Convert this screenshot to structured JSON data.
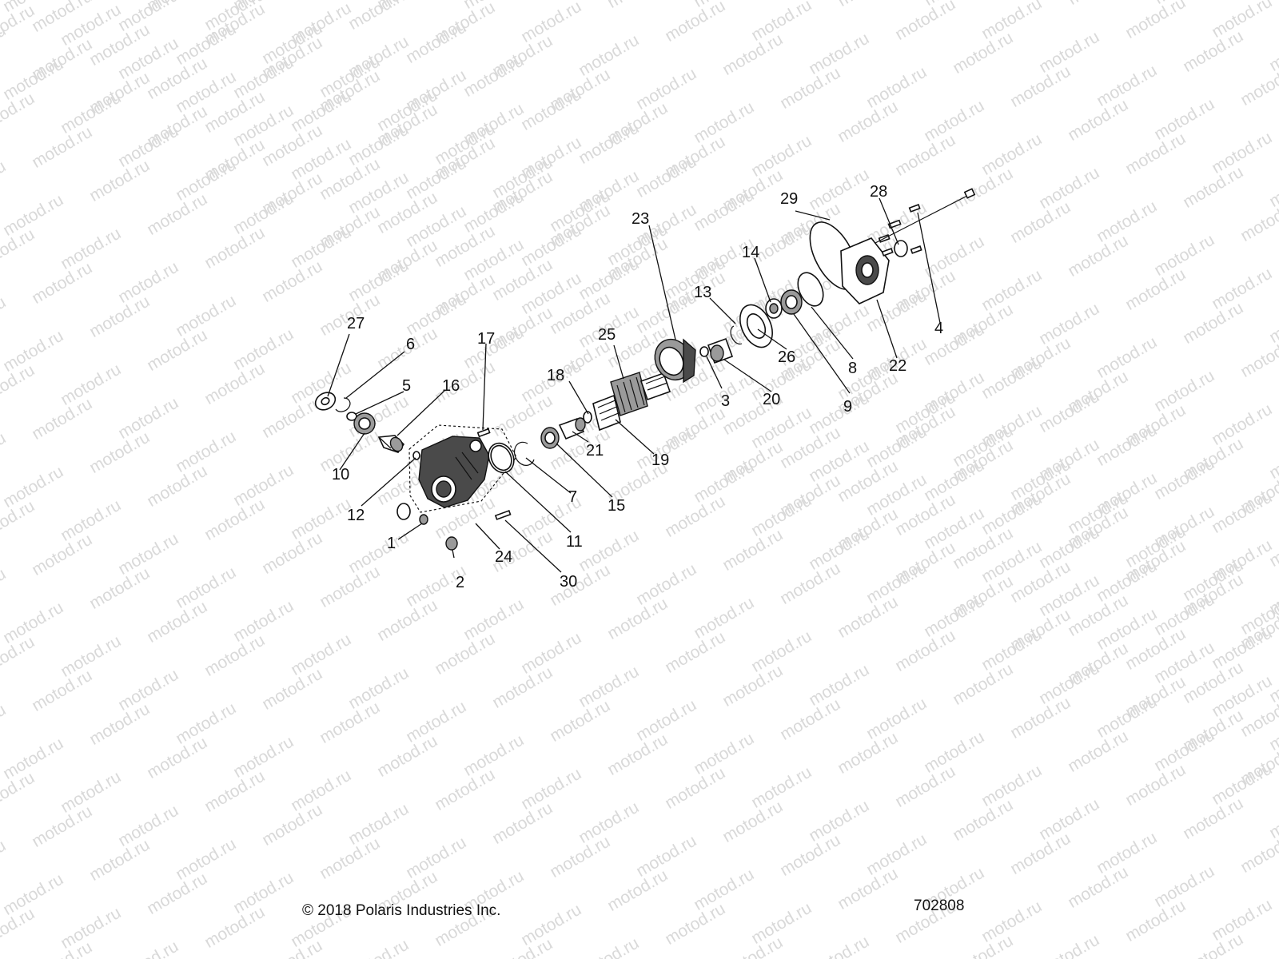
{
  "watermark_text": "motod.ru",
  "footer": {
    "copyright": "© 2018 Polaris Industries Inc.",
    "drawing_number": "702808"
  },
  "callouts": [
    "1",
    "2",
    "3",
    "4",
    "5",
    "6",
    "7",
    "8",
    "9",
    "10",
    "11",
    "12",
    "13",
    "14",
    "15",
    "16",
    "17",
    "18",
    "19",
    "20",
    "21",
    "22",
    "23",
    "24",
    "25",
    "26",
    "27",
    "28",
    "29",
    "30"
  ],
  "colors": {
    "line": "#111111",
    "watermark": "#d9d9d9",
    "housing_fill": "#4a4a4a"
  }
}
